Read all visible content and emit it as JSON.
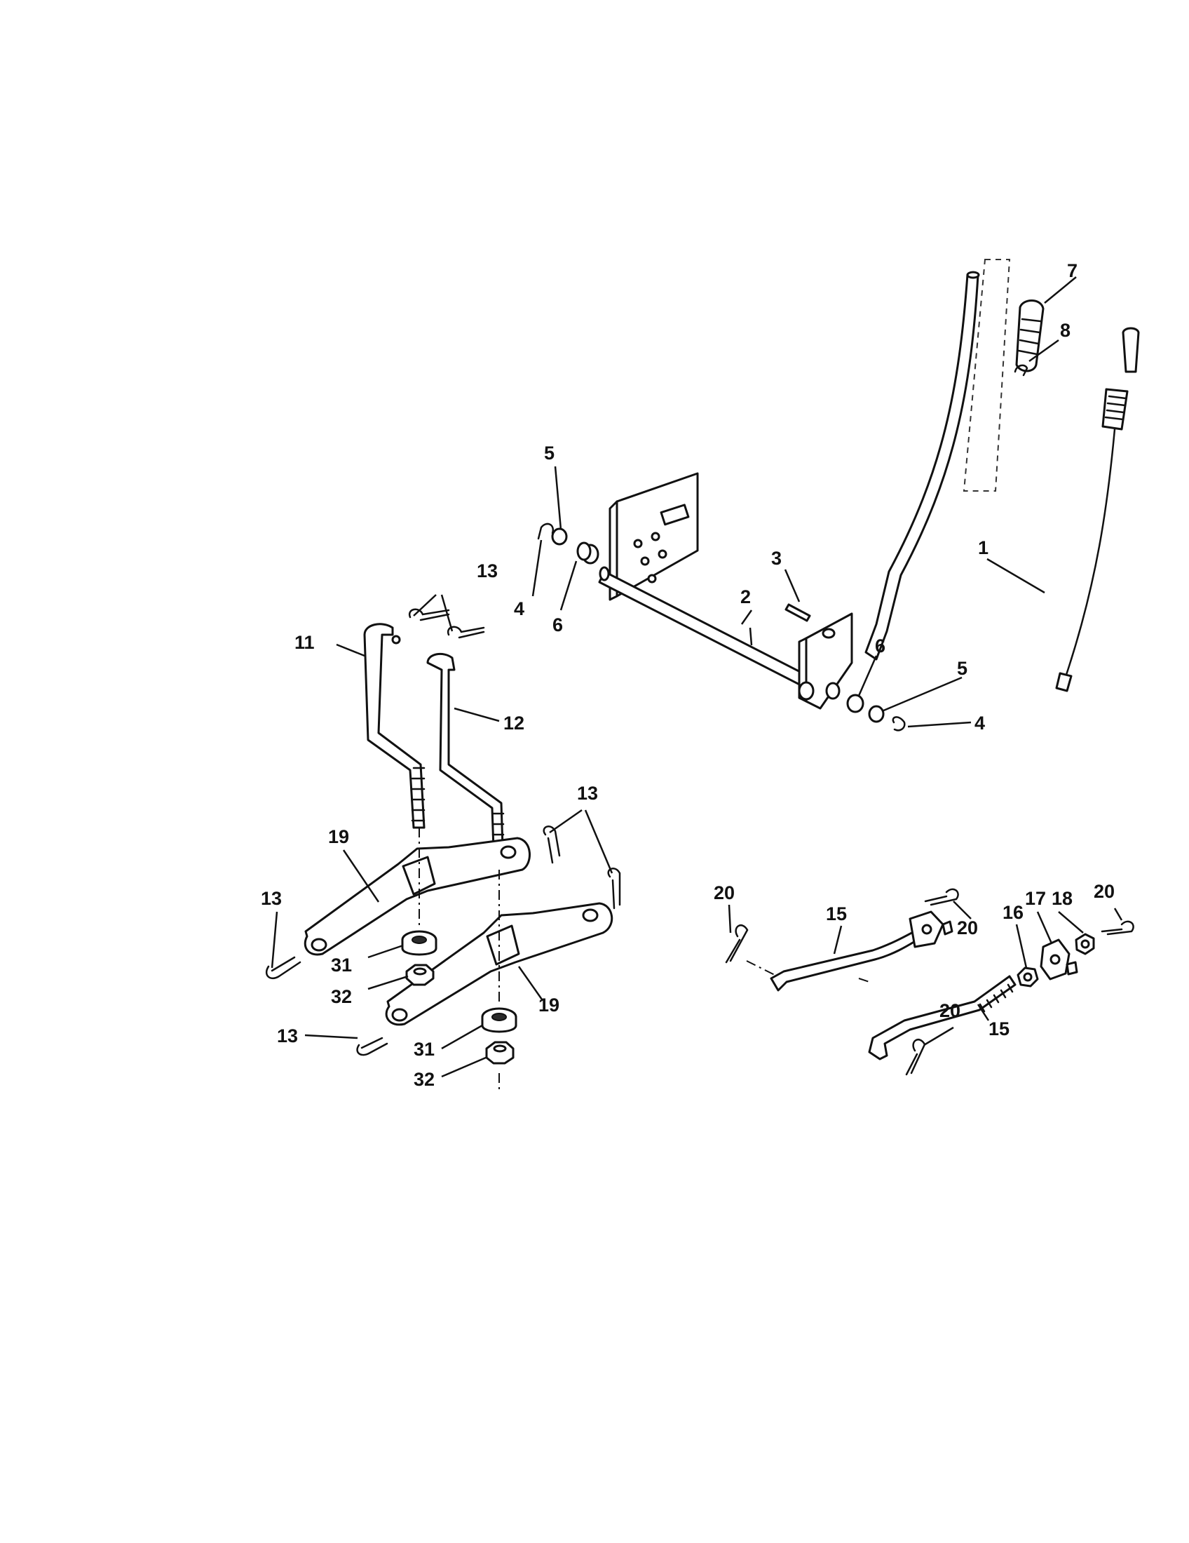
{
  "callouts": [
    {
      "id": "c1",
      "label": "1"
    },
    {
      "id": "c2",
      "label": "2"
    },
    {
      "id": "c3",
      "label": "3"
    },
    {
      "id": "c4a",
      "label": "4"
    },
    {
      "id": "c4b",
      "label": "4"
    },
    {
      "id": "c5a",
      "label": "5"
    },
    {
      "id": "c5b",
      "label": "5"
    },
    {
      "id": "c6a",
      "label": "6"
    },
    {
      "id": "c6b",
      "label": "6"
    },
    {
      "id": "c7",
      "label": "7"
    },
    {
      "id": "c8",
      "label": "8"
    },
    {
      "id": "c11",
      "label": "11"
    },
    {
      "id": "c12",
      "label": "12"
    },
    {
      "id": "c13a",
      "label": "13"
    },
    {
      "id": "c13b",
      "label": "13"
    },
    {
      "id": "c13c",
      "label": "13"
    },
    {
      "id": "c13d",
      "label": "13"
    },
    {
      "id": "c15a",
      "label": "15"
    },
    {
      "id": "c15b",
      "label": "15"
    },
    {
      "id": "c16",
      "label": "16"
    },
    {
      "id": "c17",
      "label": "17"
    },
    {
      "id": "c18",
      "label": "18"
    },
    {
      "id": "c19a",
      "label": "19"
    },
    {
      "id": "c19b",
      "label": "19"
    },
    {
      "id": "c20a",
      "label": "20"
    },
    {
      "id": "c20b",
      "label": "20"
    },
    {
      "id": "c20c",
      "label": "20"
    },
    {
      "id": "c20d",
      "label": "20"
    },
    {
      "id": "c31a",
      "label": "31"
    },
    {
      "id": "c31b",
      "label": "31"
    },
    {
      "id": "c32a",
      "label": "32"
    },
    {
      "id": "c32b",
      "label": "32"
    }
  ]
}
